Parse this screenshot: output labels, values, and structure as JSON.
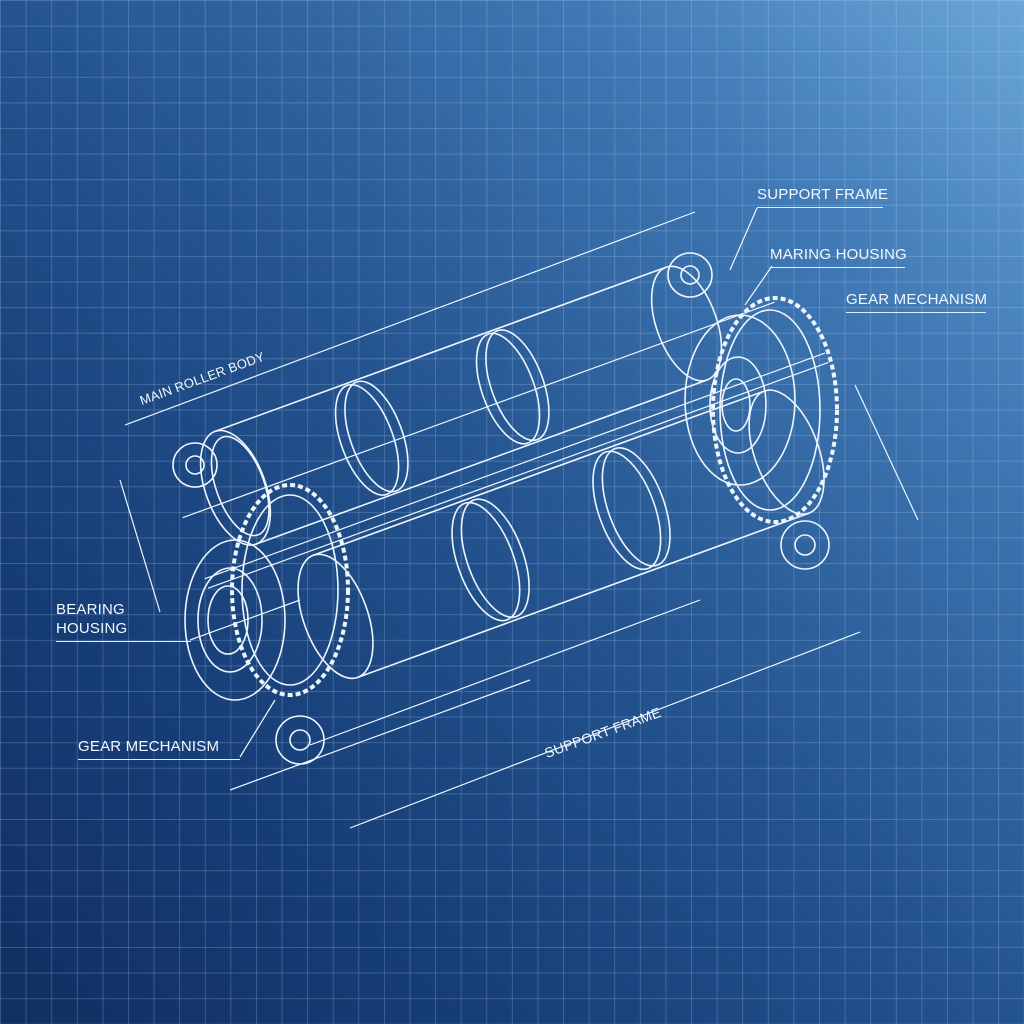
{
  "labels": {
    "support_frame_top": "SUPPORT FRAME",
    "maring_housing": "MARING HOUSING",
    "gear_mechanism_right": "GEAR MECHANISM",
    "main_roller_body": "MAIN ROLLER BODY",
    "bearing_housing_line1": "BEARING",
    "bearing_housing_line2": "HOUSING",
    "gear_mechanism_left": "GEAR MECHANISM",
    "support_frame_bottom": "SUPPORT FRAME"
  },
  "colors": {
    "line": "#eef6ff",
    "background_dark": "#112f62",
    "background_light": "#6aa6d8"
  }
}
